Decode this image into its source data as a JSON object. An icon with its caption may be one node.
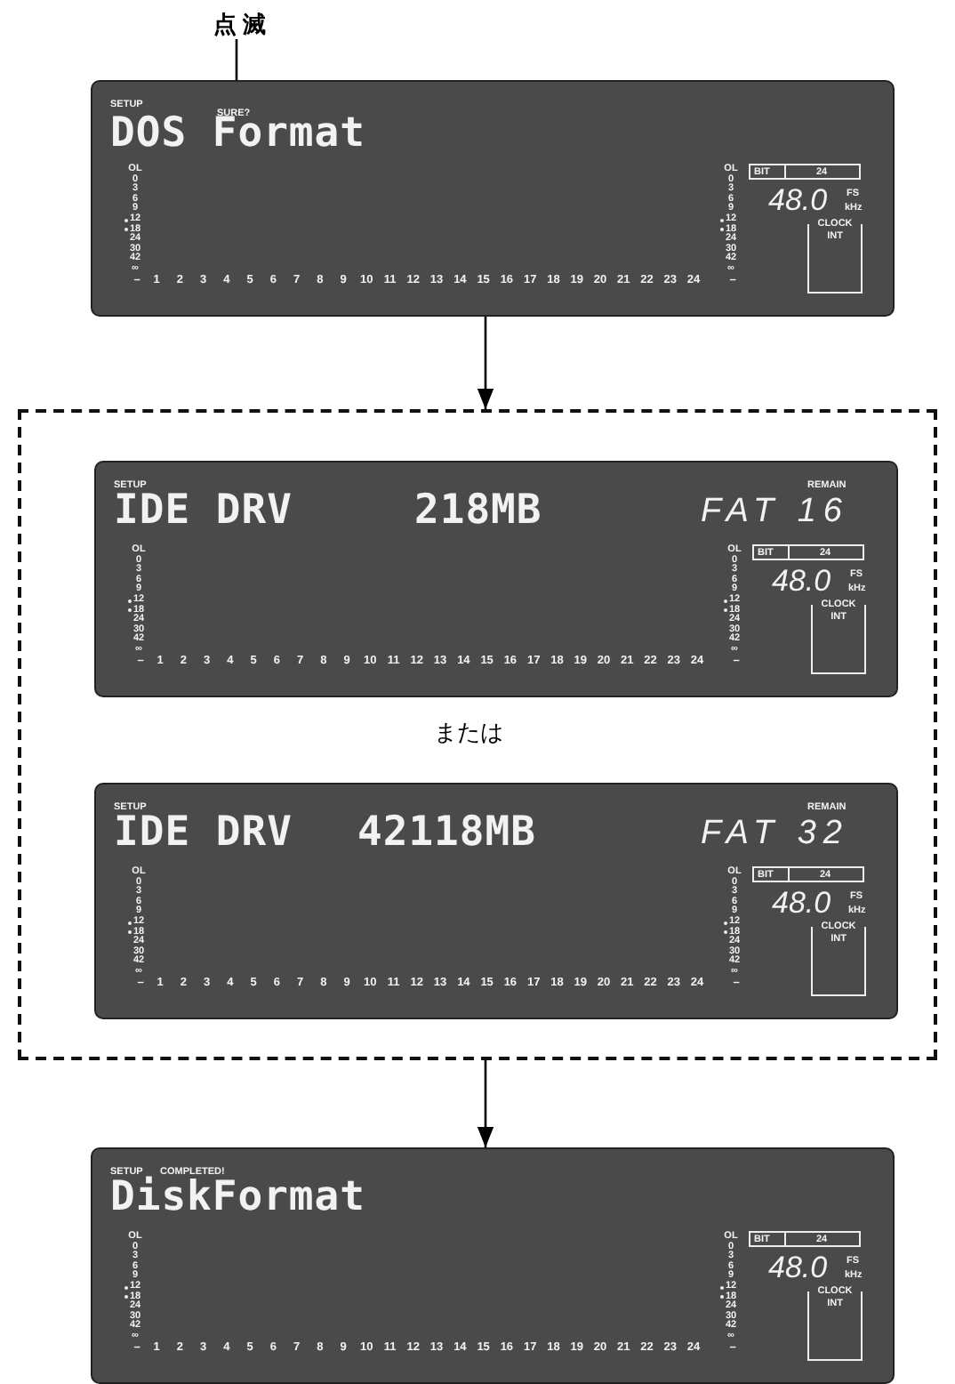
{
  "diagram": {
    "nodes": [
      {
        "text": [
          "点 滅"
        ]
      },
      {
        "text": [
          "SETUP",
          "DOS Format"
        ]
      },
      {
        "text": [
          "SURE?"
        ],
        "in": 1
      },
      {
        "text": [
          "BIT",
          "24"
        ],
        "in": 1
      },
      {
        "text": [
          "CLOCK",
          "INT"
        ],
        "in": 1
      },
      {
        "text": [],
        "shape": "box"
      },
      {
        "text": [
          "SETUP",
          "IDE DRV",
          "218MB",
          "REMAIN",
          "FAT 16"
        ],
        "in": 5
      },
      {
        "text": [
          "BIT",
          "24"
        ],
        "in": 6
      },
      {
        "text": [
          "CLOCK",
          "INT"
        ],
        "in": 6
      },
      {
        "text": [
          "SETUP",
          "IDE DRV",
          "42118MB",
          "REMAIN",
          "FAT 32"
        ],
        "in": 5
      },
      {
        "text": [
          "BIT",
          "24"
        ],
        "in": 9
      },
      {
        "text": [
          "CLOCK",
          "INT"
        ],
        "in": 9
      },
      {
        "text": [
          "SETUP",
          "COMPLETED!",
          "DiskFormat"
        ]
      },
      {
        "text": [
          "BIT",
          "24"
        ],
        "in": 12
      },
      {
        "text": [
          "CLOCK",
          "INT"
        ],
        "in": 12
      }
    ],
    "edges": [
      {
        "from": 0,
        "to": 2,
        "arrow": "none"
      },
      {
        "from": 1,
        "to": 5,
        "arrow": "to"
      },
      {
        "from": 5,
        "to": 12,
        "arrow": "to"
      }
    ],
    "labels": [
      "OL",
      "0",
      "3",
      "6",
      "9",
      "12",
      "18",
      "24",
      "30",
      "42",
      "∞",
      "–",
      "1",
      "2",
      "3",
      "4",
      "5",
      "6",
      "7",
      "8",
      "9",
      "10",
      "11",
      "12",
      "13",
      "14",
      "15",
      "16",
      "17",
      "18",
      "19",
      "20",
      "21",
      "22",
      "23",
      "24",
      "–",
      "OL",
      "0",
      "3",
      "6",
      "9",
      "12",
      "18",
      "24",
      "30",
      "42",
      "∞",
      "48.0",
      "FS",
      "kHz",
      "OL",
      "0",
      "3",
      "6",
      "9",
      "12",
      "18",
      "24",
      "30",
      "42",
      "∞",
      "–",
      "1",
      "2",
      "3",
      "4",
      "5",
      "6",
      "7",
      "8",
      "9",
      "10",
      "11",
      "12",
      "13",
      "14",
      "15",
      "16",
      "17",
      "18",
      "19",
      "20",
      "21",
      "22",
      "23",
      "24",
      "–",
      "OL",
      "0",
      "3",
      "6",
      "9",
      "12",
      "18",
      "24",
      "30",
      "42",
      "∞",
      "48.0",
      "FS",
      "kHz",
      "または",
      "OL",
      "0",
      "3",
      "6",
      "9",
      "12",
      "18",
      "24",
      "30",
      "42",
      "∞",
      "–",
      "1",
      "2",
      "3",
      "4",
      "5",
      "6",
      "7",
      "8",
      "9",
      "10",
      "11",
      "12",
      "13",
      "14",
      "15",
      "16",
      "17",
      "18",
      "19",
      "20",
      "21",
      "22",
      "23",
      "24",
      "–",
      "OL",
      "0",
      "3",
      "6",
      "9",
      "12",
      "18",
      "24",
      "30",
      "42",
      "∞",
      "48.0",
      "FS",
      "kHz",
      "OL",
      "0",
      "3",
      "6",
      "9",
      "12",
      "18",
      "24",
      "30",
      "42",
      "∞",
      "–",
      "1",
      "2",
      "3",
      "4",
      "5",
      "6",
      "7",
      "8",
      "9",
      "10",
      "11",
      "12",
      "13",
      "14",
      "15",
      "16",
      "17",
      "18",
      "19",
      "20",
      "21",
      "22",
      "23",
      "24",
      "–",
      "OL",
      "0",
      "3",
      "6",
      "9",
      "12",
      "18",
      "24",
      "30",
      "42",
      "∞",
      "48.0",
      "FS",
      "kHz"
    ]
  }
}
